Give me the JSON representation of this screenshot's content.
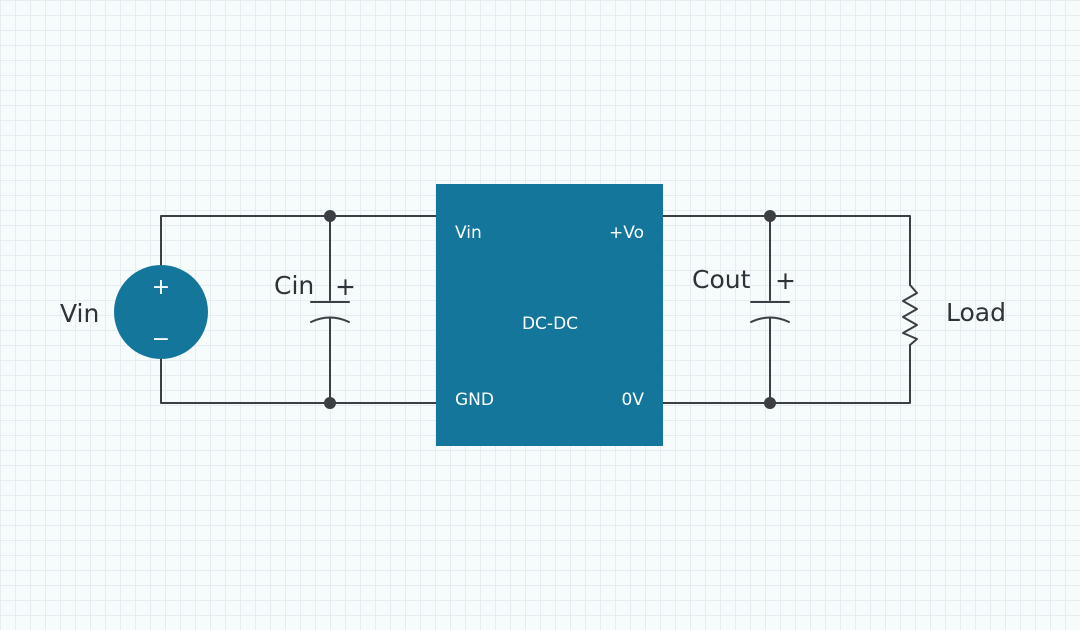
{
  "colors": {
    "module_fill": "#14769a",
    "source_fill": "#14769a",
    "wire": "#3b3e42",
    "background": "#f6fbfc",
    "grid": "#e4eef2"
  },
  "source": {
    "label": "Vin",
    "plus": "+",
    "minus": "−"
  },
  "input_capacitor": {
    "label": "Cin",
    "polarity": "+"
  },
  "module": {
    "title": "DC-DC",
    "pins": {
      "vin": "Vin",
      "gnd": "GND",
      "vout": "+Vo",
      "zero": "0V"
    }
  },
  "output_capacitor": {
    "label": "Cout",
    "polarity": "+"
  },
  "load": {
    "label": "Load"
  }
}
